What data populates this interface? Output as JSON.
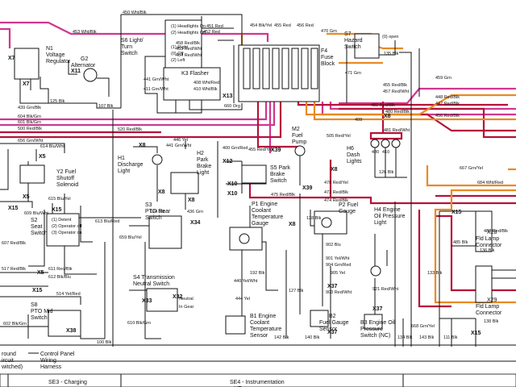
{
  "colors": {
    "red": "#b5123a",
    "pink": "#d0368f",
    "orange": "#e98a24",
    "black": "#111111"
  },
  "sections": [
    "SE3 - Charging",
    "SE4 - Instrumentation",
    "HE"
  ],
  "footer": {
    "left1": "round",
    "left2": "ircuit",
    "left3": "witched)",
    "harness1": "Control Panel",
    "harness2": "Wiring",
    "harness3": "Harness"
  },
  "components": {
    "n1": [
      "N1",
      "Voltage",
      "Regulator"
    ],
    "g2": [
      "G2",
      "Alternator"
    ],
    "s6": [
      "S6 Light/",
      "Turn",
      "Switch"
    ],
    "k3": "K3 Flasher",
    "f4": [
      "F4",
      "Fuse",
      "Block"
    ],
    "s7": [
      "S7",
      "Hazard",
      "Switch"
    ],
    "y2": [
      "Y2 Fuel",
      "Shutoff",
      "Solenoid"
    ],
    "h1": [
      "H1",
      "Discharge",
      "Light"
    ],
    "h2": [
      "H2",
      "Park",
      "Brake",
      "Light"
    ],
    "s5": [
      "S5 Park",
      "Brake",
      "Switch"
    ],
    "m2": [
      "M2",
      "Fuel",
      "Pump"
    ],
    "h6": [
      "H6",
      "Dash",
      "Lights"
    ],
    "s2": [
      "S2",
      "Seat",
      "Switch"
    ],
    "s3": [
      "S3",
      "PTO Rear",
      "Switch"
    ],
    "s4": [
      "S4 Transmission",
      "Neutral Switch"
    ],
    "s8": [
      "S8",
      "PTO Mid",
      "Switch"
    ],
    "p1": [
      "P1 Engine",
      "Coolant",
      "Temperature",
      "Gauge"
    ],
    "p2": [
      "P2 Fuel",
      "Gauge"
    ],
    "h4": [
      "H4 Engine",
      "Oil Pressure",
      "Light"
    ],
    "b1": [
      "B1 Engine",
      "Coolant",
      "Temperature",
      "Sensor"
    ],
    "b2": [
      "B2",
      "Fuel Gauge",
      "Sensor"
    ],
    "b3": [
      "B3 Engine Oil",
      "Pressure",
      "Switch (NC)"
    ],
    "x28": [
      "X28",
      "Fld Lamp",
      "Connector"
    ],
    "x29": [
      "X29",
      "Fld Lamp",
      "Connector"
    ]
  },
  "connectors": {
    "x7a": "X7",
    "x7b": "X7",
    "x11": "X11",
    "x13": "X13",
    "x8a": "X8",
    "x8b": "X8",
    "x8c": "X8",
    "x8d": "X8",
    "x8e": "X8",
    "x8f": "X8",
    "x12": "X12",
    "x10a": "X10",
    "x10b": "X10",
    "x39a": "X39",
    "x39b": "X39",
    "x5a": "X5",
    "x5b": "X5",
    "x5c": "X5",
    "x15a": "X15",
    "x15b": "X15",
    "x15c": "X15",
    "x15d": "X15",
    "x15e": "X15",
    "x34": "X34",
    "x32": "X32",
    "x33": "X33",
    "x38": "X38",
    "x37a": "X37",
    "x37b": "X37",
    "x37c": "X37"
  },
  "switch_positions": {
    "s6": [
      "(1) Headlights On",
      "(2) Headlights Off",
      "(1) Right",
      "(0) Off",
      "(2) Left"
    ],
    "s7": [
      "(0) open"
    ],
    "s2": [
      "(1) Detent",
      "(2) Operator off",
      "(3) Operator on"
    ],
    "s4": [
      "Neutral",
      "In Gear"
    ]
  },
  "wire_labels": [
    "450 Wht/Blk",
    "453 Wht/Blk",
    "452 Red",
    "451 Red",
    "464 Red/Wht",
    "463 Red/Wht",
    "458 Red/Blk",
    "454 Blk/Yel",
    "455 Red",
    "456 Red",
    "470 Grn",
    "471 Grn",
    "408 Wht/Red",
    "410 Wht/Blk",
    "411 Grn/Wht",
    "660 Org",
    "125 Blk",
    "439 Grn/Blk",
    "107 Blk",
    "604 Blk/Grn",
    "601 Blk/Grn",
    "500 Red/Blk",
    "520 Red/Blk",
    "656 Grn/Wht",
    "614 Blu/Wht",
    "446 Yel",
    "441 Grn/Wht",
    "400 Grn/Red",
    "124 Blk",
    "436 Grn",
    "613 Blu/Red",
    "615 Blu/Yel",
    "609 Blu/Wht",
    "611 Red/Blk",
    "612 Blk/Blu",
    "607 Red/Blk",
    "517 Red/Blk",
    "514 Yel/Red",
    "602 Blk/Grn",
    "610 Blk/Grn",
    "659 Blu/Yel",
    "100 Blk",
    "142 Blk",
    "140 Blk",
    "143 Blk",
    "441 Grn/Wht",
    "455 Red/Yel",
    "505 Red/Yel",
    "478 Red/Yel",
    "475 Red/Blk",
    "481 Red/Wht",
    "482 Red/Blk",
    "480 Red/Blk",
    "473 Red/Blk",
    "474 Red/Blk",
    "126 Blk",
    "128 Blk",
    "127 Blk",
    "192 Blk",
    "902 Blu",
    "921 Red/Wht",
    "901 Yel/Wht",
    "903 Red/Wht",
    "440 Yel/Wht",
    "444 Yel",
    "904 Grn/Red",
    "905 Yel",
    "459 Grn",
    "455 Red/Blk",
    "457 Red/Wht",
    "448 Red/Blk",
    "447 Red/Blk",
    "456 Red/Blk",
    "667 Grn/Yel",
    "668 Grn/Yel",
    "684 Wht/Red",
    "485 Blk",
    "135 Blk",
    "133 Blk",
    "136 Blk",
    "138 Blk",
    "111 Blk",
    "134 Blk",
    "480 Red/Blk",
    "409",
    "480",
    "410"
  ]
}
